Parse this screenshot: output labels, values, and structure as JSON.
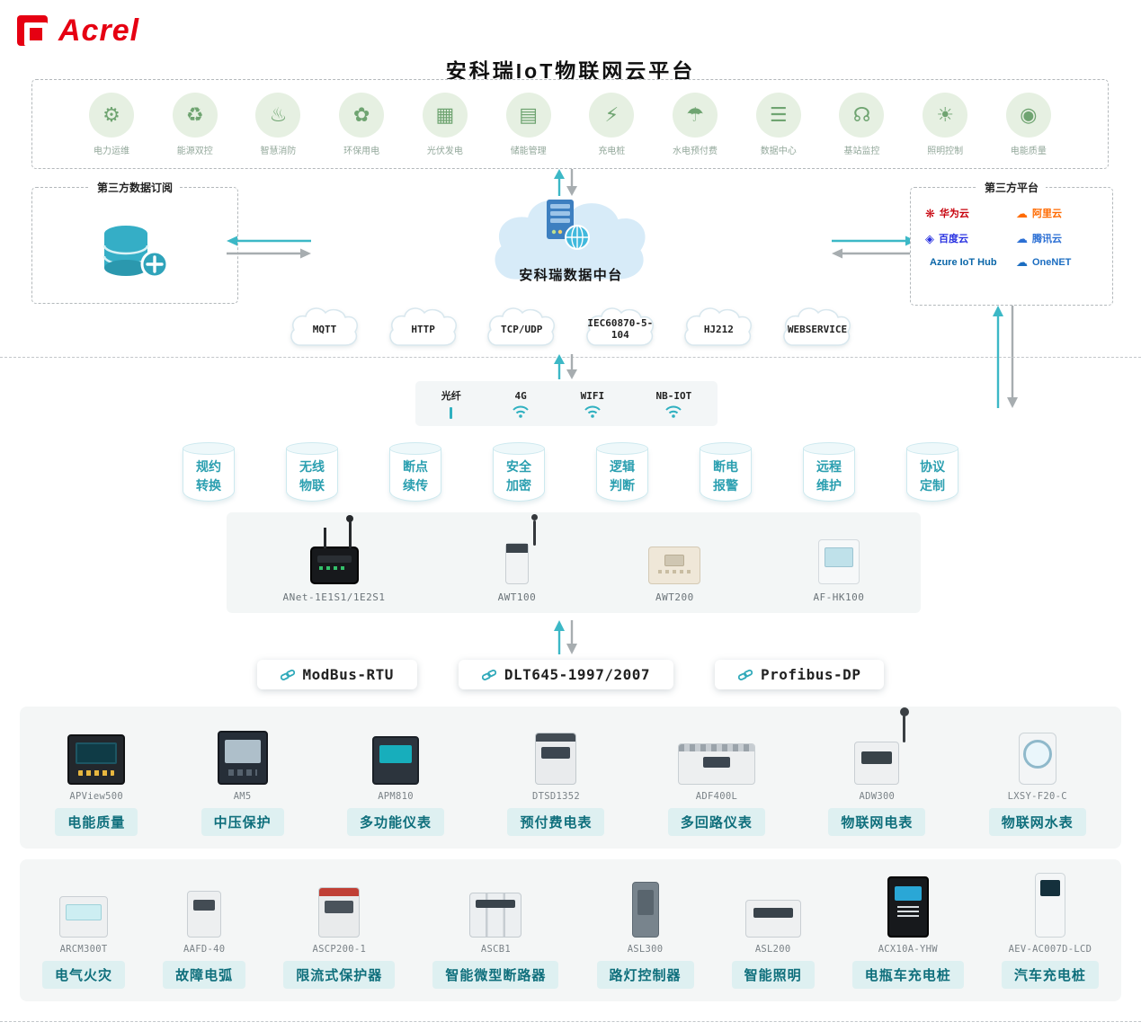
{
  "colors": {
    "accent_teal": "#2eb3c2",
    "arrow_gray": "#a7adb0",
    "brand_red": "#e60012",
    "chip_bg": "#def0f1",
    "chip_text": "#0f6f7c",
    "icon_green": "#6fa471",
    "icon_green_bg": "#e6f0e2"
  },
  "header": {
    "logo_text": "Acrel",
    "title": "安科瑞IoT物联网云平台"
  },
  "applications": [
    {
      "label": "电力运维",
      "icon_name": "power-ops-icon",
      "glyph": "⚙"
    },
    {
      "label": "能源双控",
      "icon_name": "energy-control-icon",
      "glyph": "♻"
    },
    {
      "label": "智慧消防",
      "icon_name": "fire-safety-icon",
      "glyph": "♨"
    },
    {
      "label": "环保用电",
      "icon_name": "eco-power-icon",
      "glyph": "✿"
    },
    {
      "label": "光伏发电",
      "icon_name": "solar-pv-icon",
      "glyph": "▦"
    },
    {
      "label": "储能管理",
      "icon_name": "energy-storage-icon",
      "glyph": "▤"
    },
    {
      "label": "充电桩",
      "icon_name": "ev-charging-icon",
      "glyph": "⚡"
    },
    {
      "label": "水电预付费",
      "icon_name": "prepaid-utility-icon",
      "glyph": "☂"
    },
    {
      "label": "数据中心",
      "icon_name": "data-center-icon",
      "glyph": "☰"
    },
    {
      "label": "基站监控",
      "icon_name": "base-station-icon",
      "glyph": "☊"
    },
    {
      "label": "照明控制",
      "icon_name": "lighting-control-icon",
      "glyph": "☀"
    },
    {
      "label": "电能质量",
      "icon_name": "power-quality-icon",
      "glyph": "◉"
    }
  ],
  "data_subscription": {
    "title": "第三方数据订阅",
    "icon_name": "database-plus-icon"
  },
  "data_center_cloud": {
    "label": "安科瑞数据中台",
    "icon_name": "server-globe-icon"
  },
  "third_party": {
    "title": "第三方平台",
    "platforms": [
      {
        "name": "华为云",
        "color": "#c7000b",
        "glyph": "❋",
        "icon_name": "huawei-cloud-logo"
      },
      {
        "name": "阿里云",
        "color": "#ff6a00",
        "glyph": "☁",
        "icon_name": "alibaba-cloud-logo"
      },
      {
        "name": "百度云",
        "color": "#2932e1",
        "glyph": "◈",
        "icon_name": "baidu-cloud-logo"
      },
      {
        "name": "腾讯云",
        "color": "#2b6fd4",
        "glyph": "☁",
        "icon_name": "tencent-cloud-logo"
      },
      {
        "name": "Azure IoT Hub",
        "color": "#0a66a8",
        "glyph": "",
        "icon_name": "azure-iot-hub-logo"
      },
      {
        "name": "OneNET",
        "color": "#1b6dc1",
        "glyph": "☁",
        "icon_name": "onenet-logo"
      }
    ]
  },
  "transport_protocols": [
    {
      "label": "MQTT"
    },
    {
      "label": "HTTP"
    },
    {
      "label": "TCP/UDP"
    },
    {
      "label": "IEC60870-5-104"
    },
    {
      "label": "HJ212"
    },
    {
      "label": "WEBSERVICE"
    }
  ],
  "connectivity": [
    {
      "label": "光纤",
      "icon": "fiber-icon"
    },
    {
      "label": "4G",
      "icon": "wifi-icon"
    },
    {
      "label": "WIFI",
      "icon": "wifi-icon"
    },
    {
      "label": "NB-IOT",
      "icon": "wifi-icon"
    }
  ],
  "capabilities": [
    {
      "line1": "规约",
      "line2": "转换"
    },
    {
      "line1": "无线",
      "line2": "物联"
    },
    {
      "line1": "断点",
      "line2": "续传"
    },
    {
      "line1": "安全",
      "line2": "加密"
    },
    {
      "line1": "逻辑",
      "line2": "判断"
    },
    {
      "line1": "断电",
      "line2": "报警"
    },
    {
      "line1": "远程",
      "line2": "维护"
    },
    {
      "line1": "协议",
      "line2": "定制"
    }
  ],
  "gateways": [
    {
      "model": "ANet-1E1S1/1E2S1",
      "icon": "anet-gateway"
    },
    {
      "model": "AWT100",
      "icon": "awt100-module"
    },
    {
      "model": "AWT200",
      "icon": "awt200-gateway"
    },
    {
      "model": "AF-HK100",
      "icon": "afhk100-box"
    }
  ],
  "field_protocols": [
    {
      "label": "ModBus-RTU"
    },
    {
      "label": "DLT645-1997/2007"
    },
    {
      "label": "Profibus-DP"
    }
  ],
  "devices_row1": [
    {
      "model": "APView500",
      "category": "电能质量",
      "icon": "power-quality-analyzer"
    },
    {
      "model": "AM5",
      "category": "中压保护",
      "icon": "protection-relay"
    },
    {
      "model": "APM810",
      "category": "多功能仪表",
      "icon": "multifunction-meter"
    },
    {
      "model": "DTSD1352",
      "category": "预付费电表",
      "icon": "prepaid-meter"
    },
    {
      "model": "ADF400L",
      "category": "多回路仪表",
      "icon": "multi-circuit-meter"
    },
    {
      "model": "ADW300",
      "category": "物联网电表",
      "icon": "iot-meter"
    },
    {
      "model": "LXSY-F20-C",
      "category": "物联网水表",
      "icon": "water-meter"
    }
  ],
  "devices_row2": [
    {
      "model": "ARCM300T",
      "category": "电气火灾",
      "icon": "arc-fire-monitor"
    },
    {
      "model": "AAFD-40",
      "category": "故障电弧",
      "icon": "arc-fault-detector"
    },
    {
      "model": "ASCP200-1",
      "category": "限流式保护器",
      "icon": "current-limit-protector"
    },
    {
      "model": "ASCB1",
      "category": "智能微型断路器",
      "icon": "smart-breaker"
    },
    {
      "model": "ASL300",
      "category": "路灯控制器",
      "icon": "street-light-controller"
    },
    {
      "model": "ASL200",
      "category": "智能照明",
      "icon": "lighting-module"
    },
    {
      "model": "ACX10A-YHW",
      "category": "电瓶车充电桩",
      "icon": "ebike-charger"
    },
    {
      "model": "AEV-AC007D-LCD",
      "category": "汽车充电桩",
      "icon": "ev-charger"
    }
  ]
}
